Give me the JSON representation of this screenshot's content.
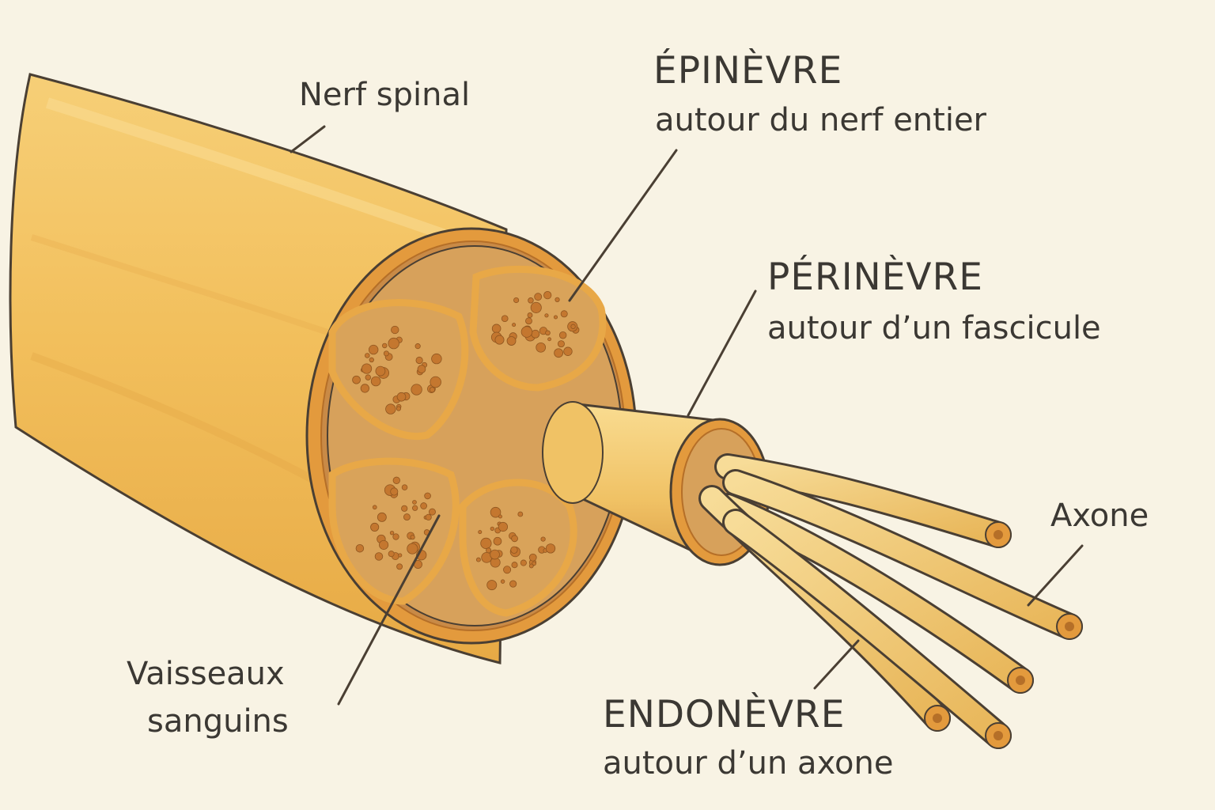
{
  "labels": {
    "nerf_spinal": "Nerf spinal",
    "epinevre_title": "ÉPINÈVRE",
    "epinevre_desc": "autour du nerf entier",
    "perinevre_title": "PÉRINÈVRE",
    "perinevre_desc": "autour d’un fascicule",
    "axone": "Axone",
    "vaisseaux_line1": "Vaisseaux",
    "vaisseaux_line2": "sanguins",
    "endonevre_title": "ENDONÈVRE",
    "endonevre_desc": "autour d’un axone"
  },
  "colors": {
    "background": "#f8f3e4",
    "nerve": "#f0bb55",
    "nerve_light": "#f8d88a",
    "sheath": "#e39a3d",
    "fascicle_fill": "#d9a35a",
    "dots": "#c4772f",
    "outline": "#4a3f33"
  }
}
